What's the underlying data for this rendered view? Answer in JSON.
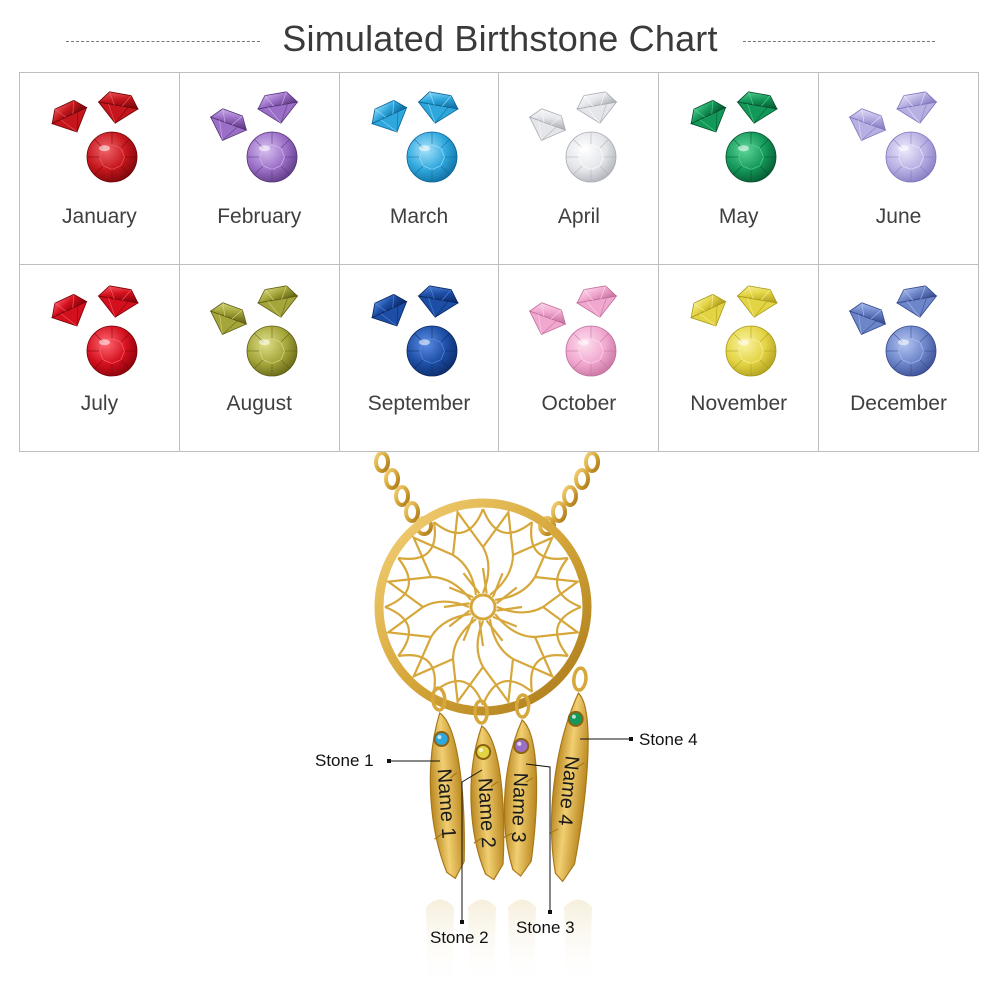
{
  "title": "Simulated Birthstone Chart",
  "months": [
    {
      "name": "January",
      "color": "#c4161c",
      "light": "#f0656a",
      "dark": "#6d0508"
    },
    {
      "name": "February",
      "color": "#9b6fc7",
      "light": "#d7c0ef",
      "dark": "#55337a"
    },
    {
      "name": "March",
      "color": "#2ea7dd",
      "light": "#a8e2fa",
      "dark": "#0c6597"
    },
    {
      "name": "April",
      "color": "#e4e6ea",
      "light": "#ffffff",
      "dark": "#a9acb3"
    },
    {
      "name": "May",
      "color": "#14985a",
      "light": "#5fd79a",
      "dark": "#05502c"
    },
    {
      "name": "June",
      "color": "#b7b0e3",
      "light": "#eeeafb",
      "dark": "#7f76bd"
    },
    {
      "name": "July",
      "color": "#d4101e",
      "light": "#ff6a73",
      "dark": "#7a0009"
    },
    {
      "name": "August",
      "color": "#a4a53a",
      "light": "#dfe08a",
      "dark": "#5d5d12"
    },
    {
      "name": "September",
      "color": "#1d4ea5",
      "light": "#5d8ee6",
      "dark": "#0a2660"
    },
    {
      "name": "October",
      "color": "#f1a8cf",
      "light": "#fde0ef",
      "dark": "#c06e9b"
    },
    {
      "name": "November",
      "color": "#e3d444",
      "light": "#fbf3a4",
      "dark": "#a9991a"
    },
    {
      "name": "December",
      "color": "#6d85c9",
      "light": "#b4c6f2",
      "dark": "#34468a"
    }
  ],
  "necklace": {
    "gold": "#d6a73a",
    "feathers": [
      {
        "name": "Name 1",
        "stone_label": "Stone 1",
        "stone_color": "#2ea7dd"
      },
      {
        "name": "Name 2",
        "stone_label": "Stone 2",
        "stone_color": "#e3d444"
      },
      {
        "name": "Name 3",
        "stone_label": "Stone 3",
        "stone_color": "#9b6fc7"
      },
      {
        "name": "Name 4",
        "stone_label": "Stone 4",
        "stone_color": "#14985a"
      }
    ]
  }
}
